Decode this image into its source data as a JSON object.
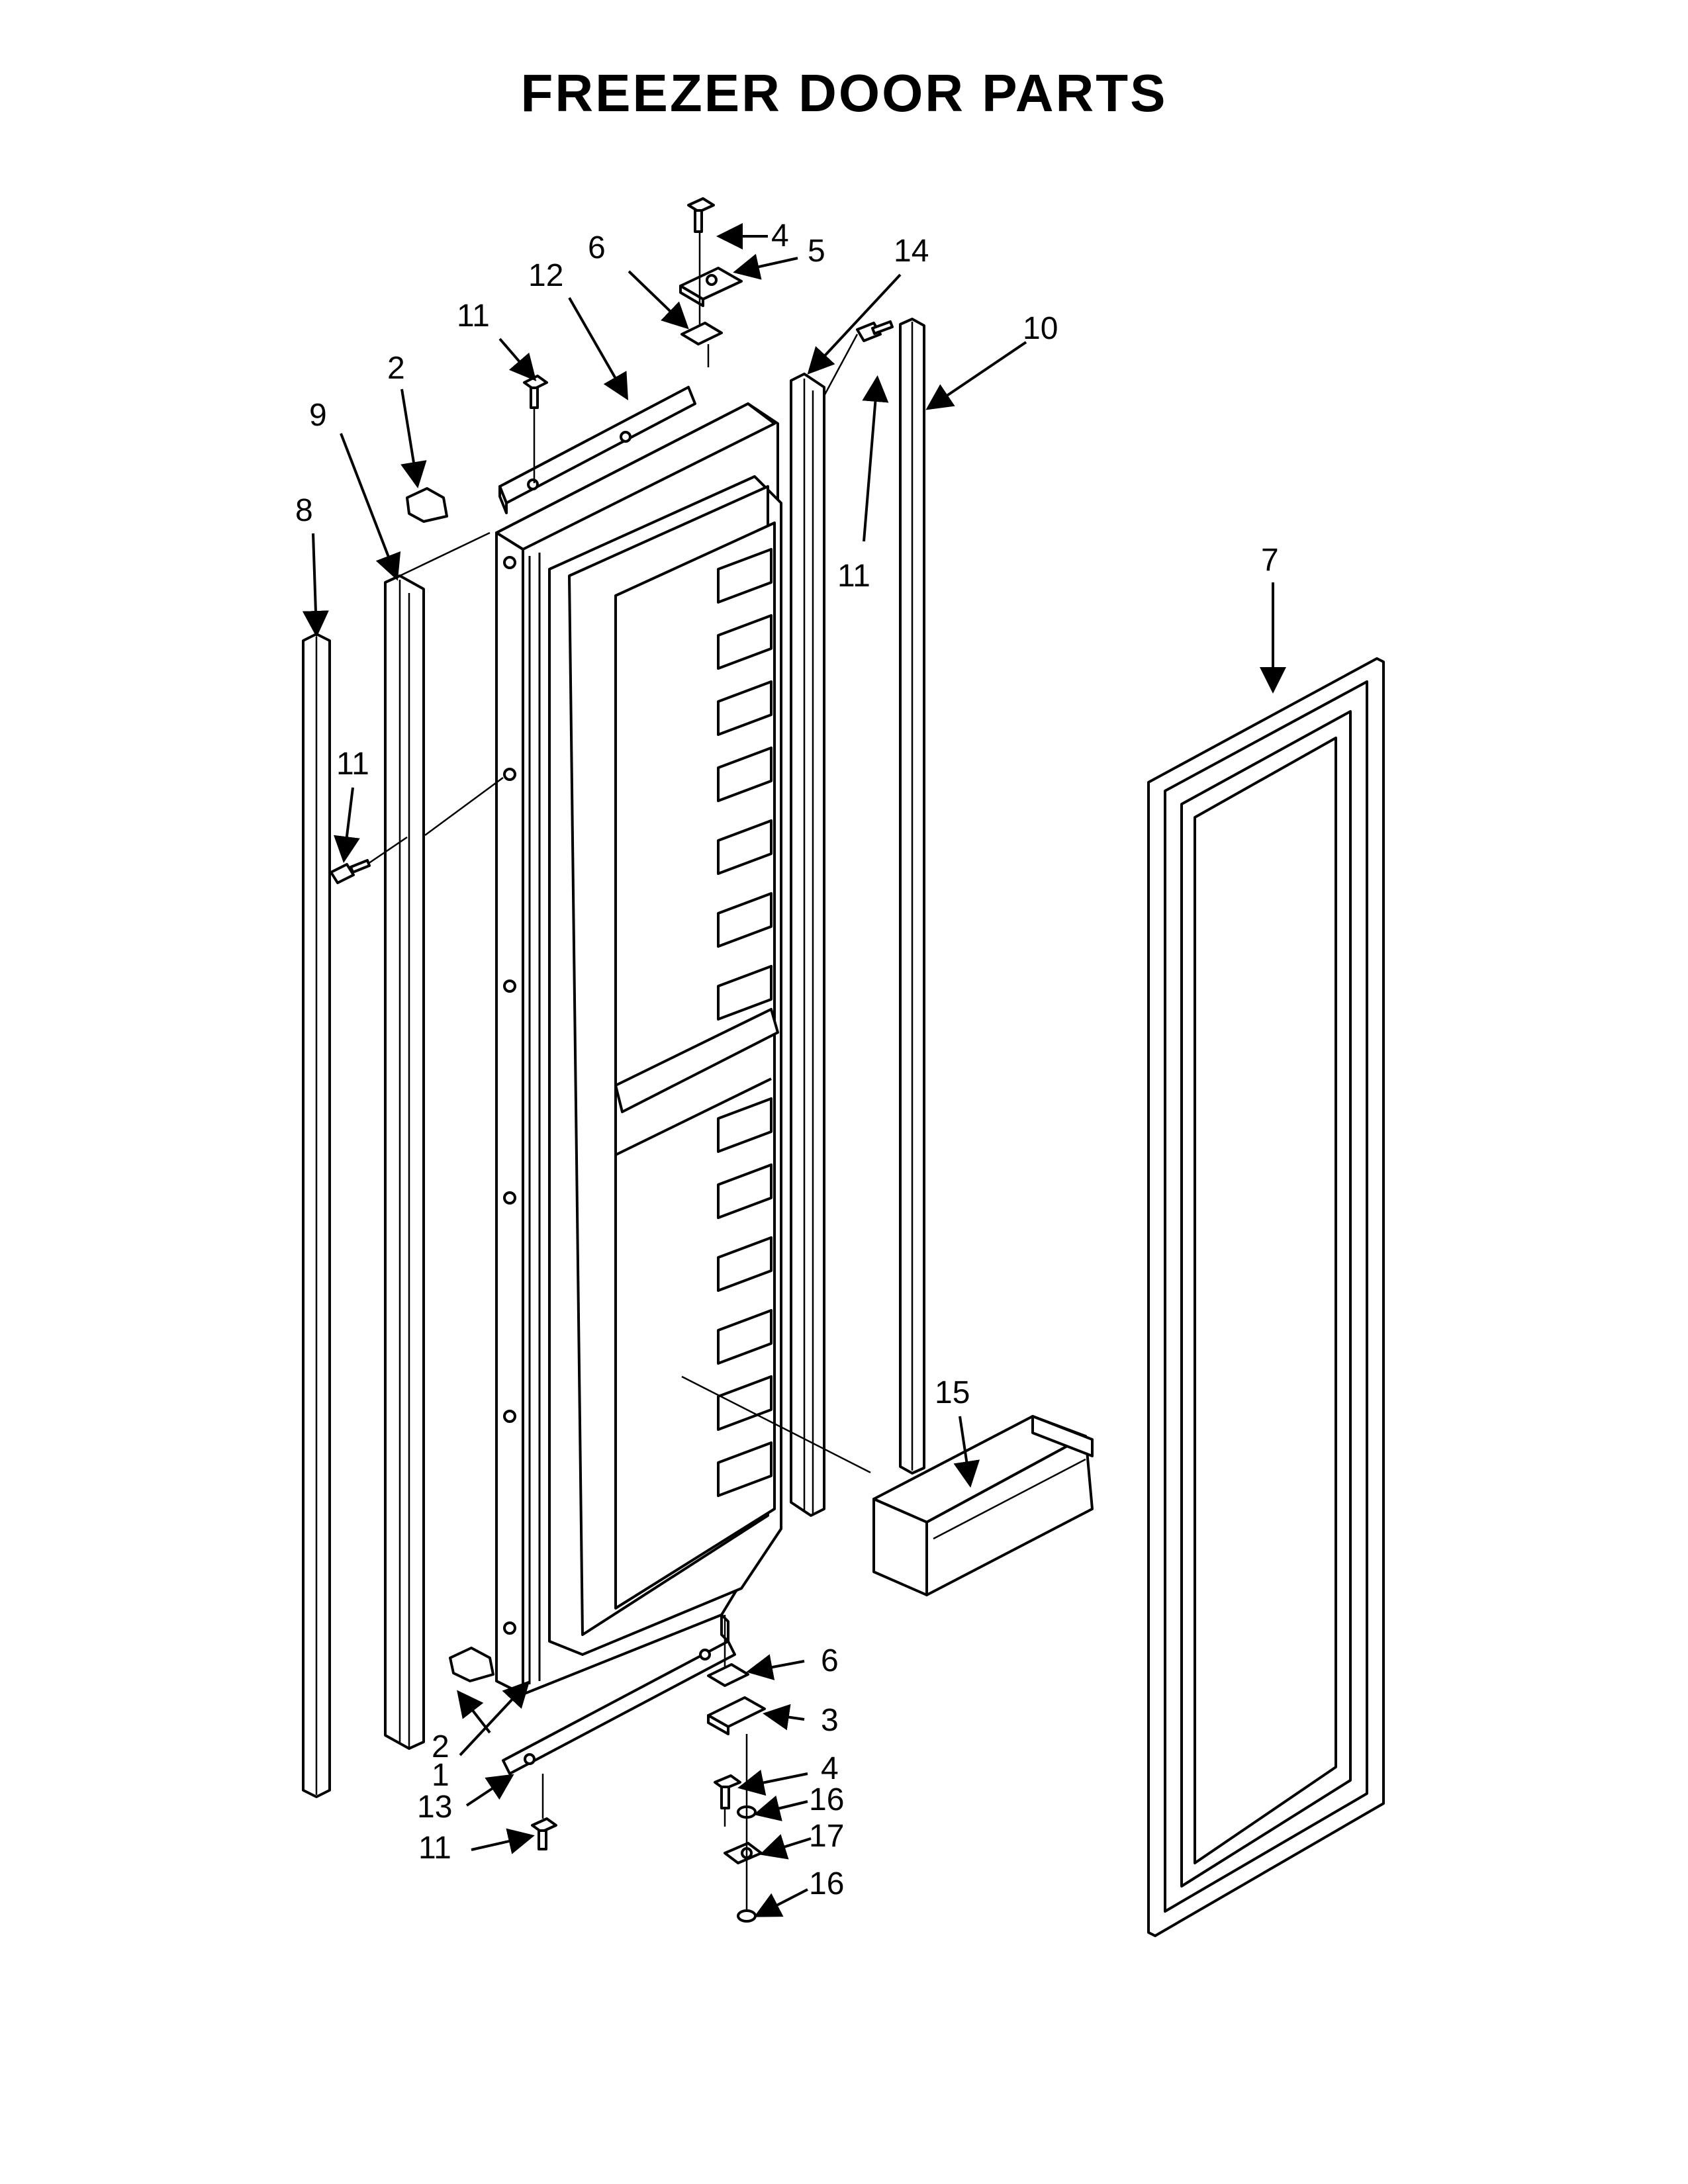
{
  "title": "FREEZER DOOR PARTS",
  "callouts": {
    "c4_top": "4",
    "c5": "5",
    "c6_top": "6",
    "c14": "14",
    "c12": "12",
    "c11_a": "11",
    "c10": "10",
    "c2_top": "2",
    "c9": "9",
    "c8": "8",
    "c11_b": "11",
    "c7": "7",
    "c11_c": "11",
    "c15": "15",
    "c6_bot": "6",
    "c3": "3",
    "c2_bot": "2",
    "c4_bot": "4",
    "c1": "1",
    "c16_a": "16",
    "c13": "13",
    "c17": "17",
    "c11_d": "11",
    "c16_b": "16"
  }
}
